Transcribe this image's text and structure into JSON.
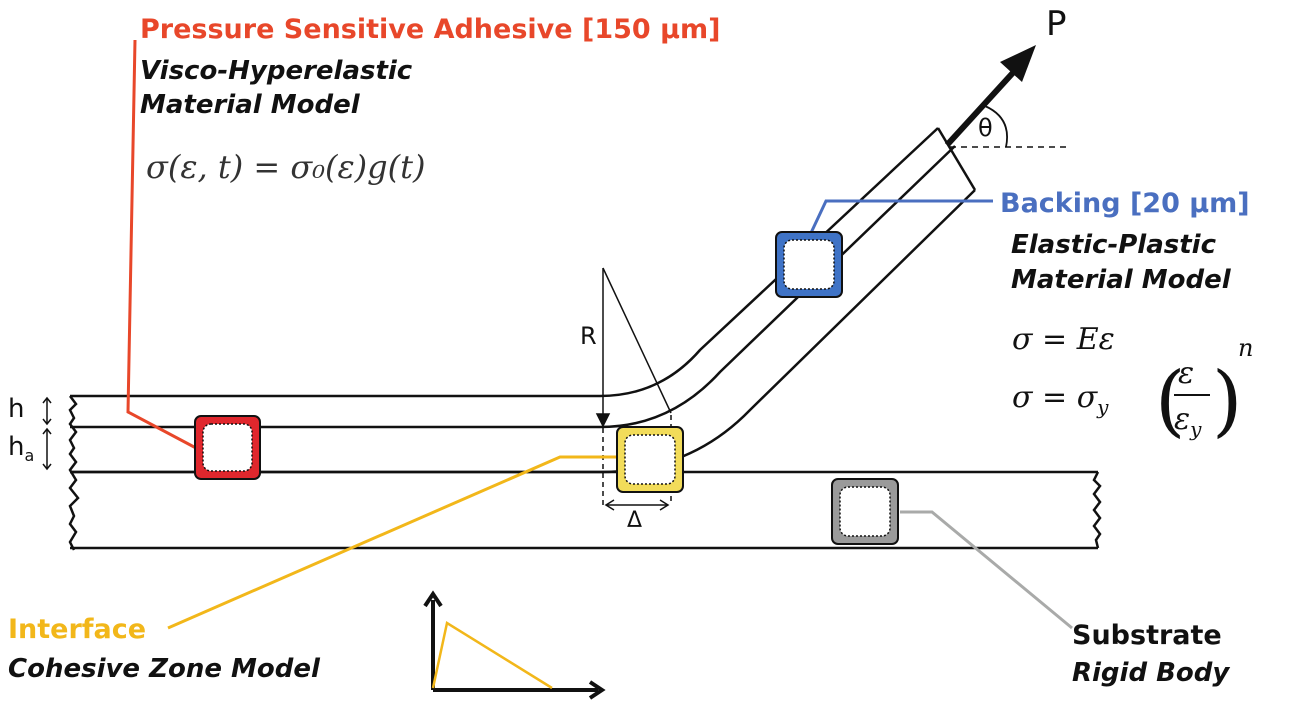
{
  "colors": {
    "psa": "#e8472a",
    "backing": "#4a6fc0",
    "interface": "#f2b71a",
    "substrate": "#a9aaa9",
    "ink": "#111111"
  },
  "psa": {
    "title": "Pressure Sensitive Adhesive  [150 μm]",
    "model_line1": "Visco-Hyperelastic",
    "model_line2": "Material Model",
    "equation": "σ(ε, t) = σ₀(ε)g(t)"
  },
  "backing": {
    "title": "Backing  [20 μm]",
    "model_line1": "Elastic-Plastic",
    "model_line2": "Material Model",
    "equation1": "σ = Eε",
    "equation2_lhs": "σ = σ",
    "equation2_sub": "y",
    "equation2_num": "ε",
    "equation2_den": "ε",
    "equation2_den_sub": "y",
    "equation2_exp": "n"
  },
  "interface": {
    "title": "Interface",
    "model": "Cohesive Zone Model"
  },
  "substrate": {
    "title": "Substrate",
    "model": "Rigid Body"
  },
  "symbols": {
    "force": "P",
    "angle": "θ",
    "radius": "R",
    "delta": "Δ",
    "h": "h",
    "ha": "h",
    "ha_sub": "a"
  }
}
